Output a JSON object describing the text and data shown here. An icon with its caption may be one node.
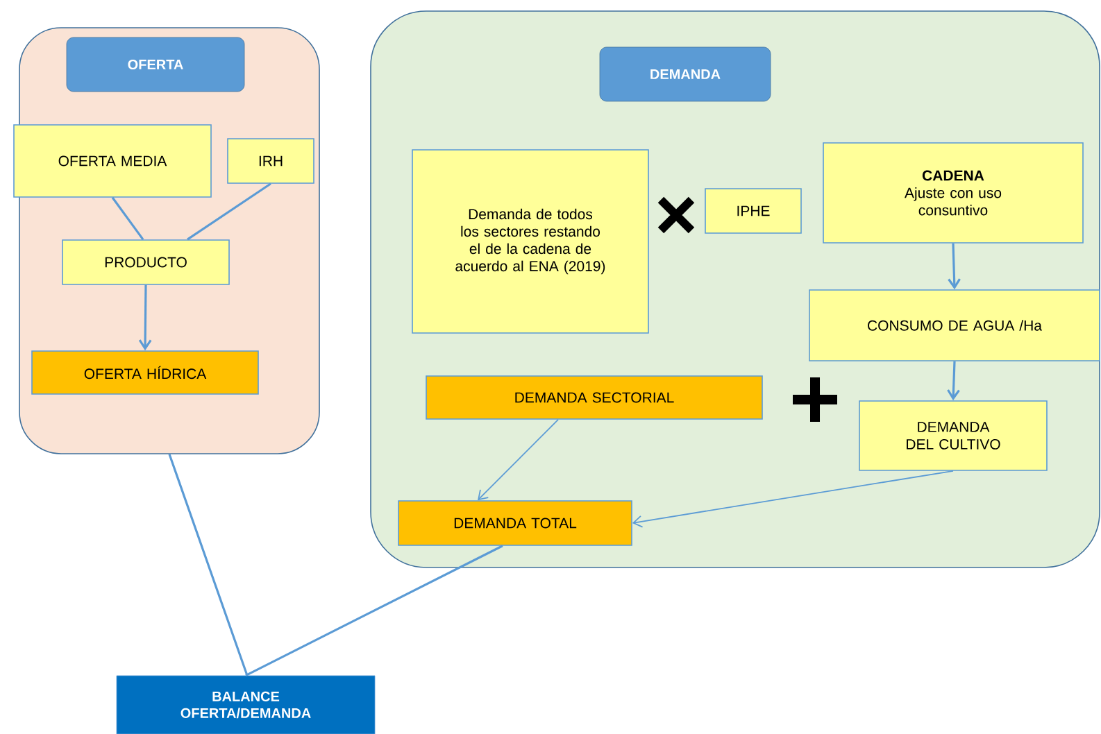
{
  "diagram": {
    "nodes": [
      {
        "text": [],
        "shape": "box"
      },
      {
        "text": [
          "OFERTA"
        ],
        "in": 0
      },
      {
        "text": [
          "OFERTA MEDIA"
        ],
        "in": 0
      },
      {
        "text": [
          "IRH"
        ],
        "in": 0
      },
      {
        "text": [
          "PRODUCTO"
        ],
        "in": 0
      },
      {
        "text": [
          "OFERTA HÍDRICA"
        ],
        "in": 0
      },
      {
        "text": [],
        "shape": "box"
      },
      {
        "text": [
          "DEMANDA"
        ],
        "in": 6
      },
      {
        "text": [
          "Demanda de todos los sectores restando el de la cadena de acuerdo al ENA (2019)"
        ],
        "in": 6
      },
      {
        "text": [
          "IPHE"
        ],
        "in": 6
      },
      {
        "text": [
          "CADENA",
          "Ajuste con uso consuntivo"
        ],
        "in": 6
      },
      {
        "text": [
          "CONSUMO DE AGUA /Ha"
        ],
        "in": 6
      },
      {
        "text": [
          "DEMANDA SECTORIAL"
        ],
        "in": 6
      },
      {
        "text": [
          "DEMANDA DEL CULTIVO"
        ],
        "in": 6
      },
      {
        "text": [
          "DEMANDA TOTAL"
        ],
        "in": 6
      },
      {
        "text": [
          "BALANCE OFERTA/DEMANDA"
        ]
      }
    ],
    "edges": [
      {
        "from": 2,
        "to": 4,
        "arrow": "none"
      },
      {
        "from": 3,
        "to": 4,
        "arrow": "none"
      },
      {
        "from": 4,
        "to": 5,
        "arrow": "to"
      },
      {
        "from": 10,
        "to": 11,
        "arrow": "to"
      },
      {
        "from": 11,
        "to": 13,
        "arrow": "to"
      },
      {
        "from": 12,
        "to": 14,
        "arrow": "to"
      },
      {
        "from": 13,
        "to": 14,
        "arrow": "to"
      },
      {
        "from": 0,
        "to": 15,
        "arrow": "none"
      },
      {
        "from": 14,
        "to": 15,
        "arrow": "none"
      }
    ]
  }
}
